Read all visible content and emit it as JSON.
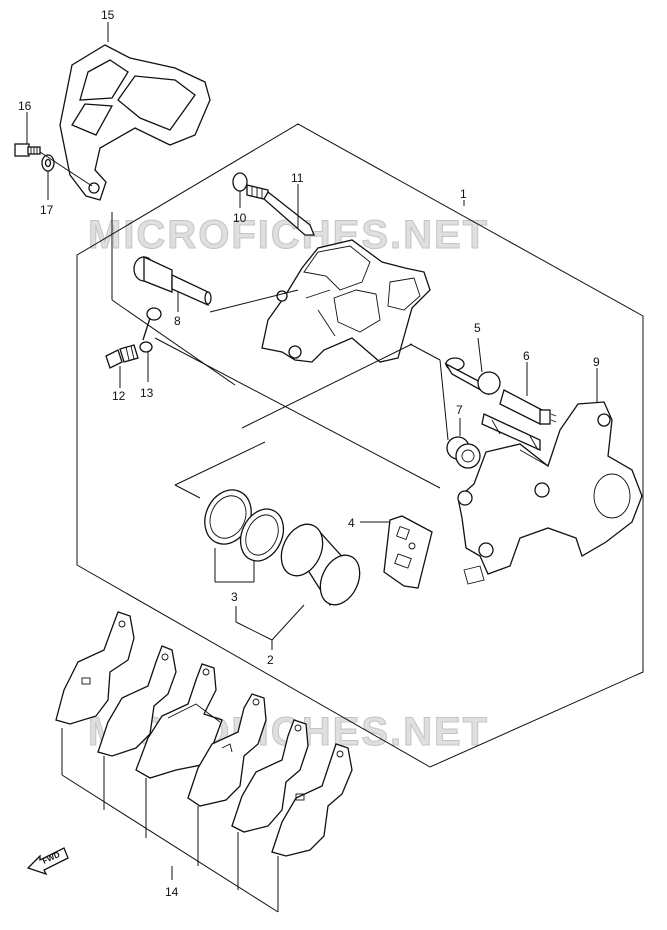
{
  "watermark": {
    "text_top": "MICROFICHES.NET",
    "text_bottom": "MICROFICHES.NET"
  },
  "callouts": {
    "c1": "1",
    "c2": "2",
    "c3": "3",
    "c4": "4",
    "c5": "5",
    "c6": "6",
    "c7": "7",
    "c8": "8",
    "c9": "9",
    "c10": "10",
    "c11": "11",
    "c12": "12",
    "c13": "13",
    "c14": "14",
    "c15": "15",
    "c16": "16",
    "c17": "17"
  },
  "fwd_label": "FWD"
}
